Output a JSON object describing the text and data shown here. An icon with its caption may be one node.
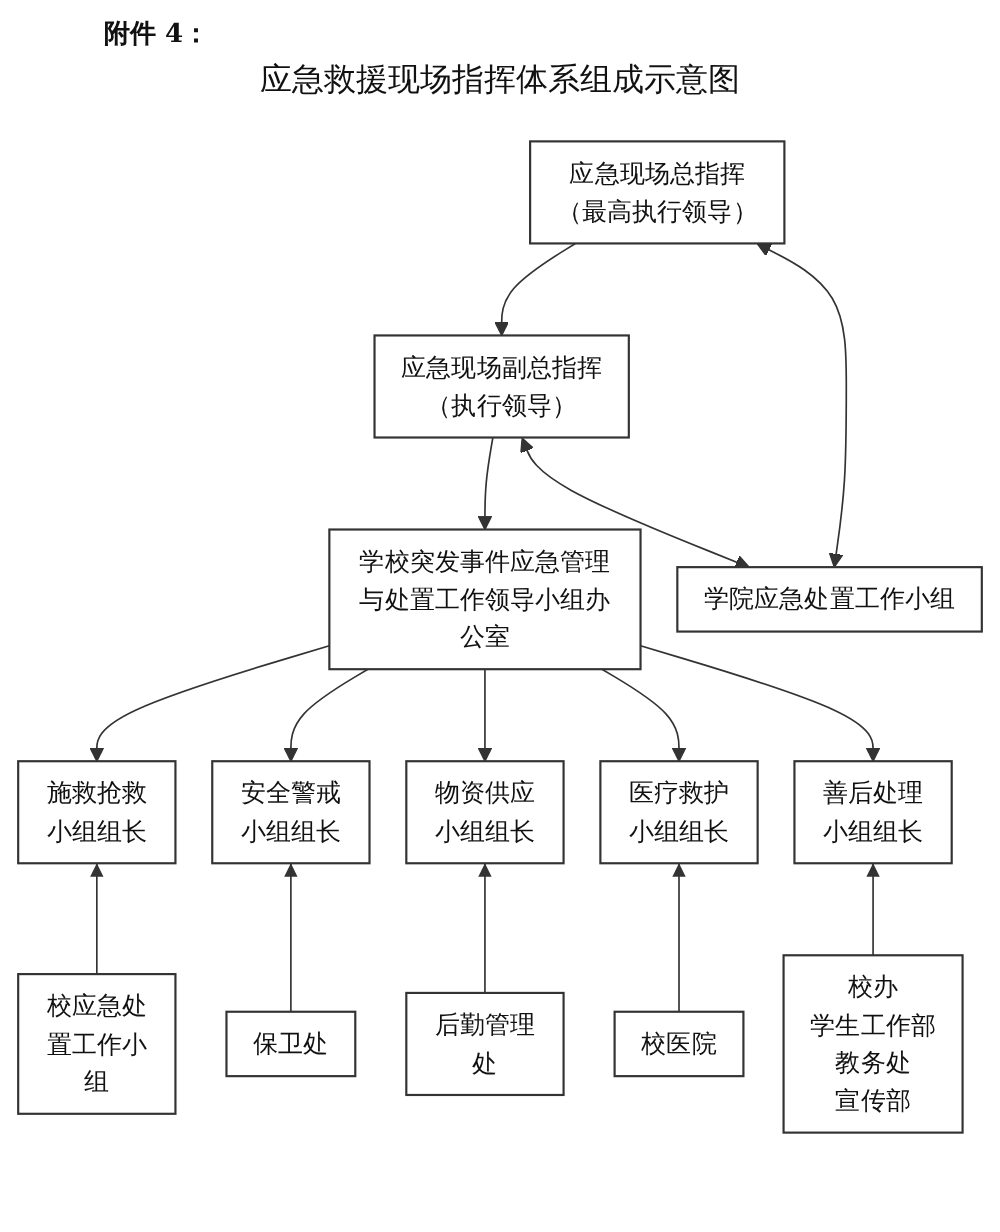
{
  "diagram": {
    "title": "应急救援现场指挥体系组成示意图",
    "nodes": [
      {
        "text": [
          "应急现场总指挥",
          "（最高执行领导）"
        ]
      },
      {
        "text": [
          "应急现场副总指挥",
          "（执行领导）"
        ]
      },
      {
        "text": [
          "学校突发事件应急管理与处置工作领导小组办公室"
        ]
      },
      {
        "text": [
          "学院应急处置工作小组"
        ]
      },
      {
        "text": [
          "施救抢救小组组长"
        ]
      },
      {
        "text": [
          "安全警戒小组组长"
        ]
      },
      {
        "text": [
          "物资供应小组组长"
        ]
      },
      {
        "text": [
          "医疗救护小组组长"
        ]
      },
      {
        "text": [
          "善后处理小组组长"
        ]
      },
      {
        "text": [
          "校应急处置工作小组"
        ]
      },
      {
        "text": [
          "保卫处"
        ]
      },
      {
        "text": [
          "后勤管理处"
        ]
      },
      {
        "text": [
          "校医院"
        ]
      },
      {
        "text": [
          "校办",
          "学生工作部",
          "教务处",
          "宣传部"
        ]
      }
    ],
    "edges": [
      {
        "from": 0,
        "to": 1,
        "arrow": "to"
      },
      {
        "from": 1,
        "to": 2,
        "arrow": "to"
      },
      {
        "from": 1,
        "to": 3,
        "arrow": "both"
      },
      {
        "from": 0,
        "to": 3,
        "arrow": "both"
      },
      {
        "from": 2,
        "to": 4,
        "arrow": "to"
      },
      {
        "from": 2,
        "to": 5,
        "arrow": "to"
      },
      {
        "from": 2,
        "to": 6,
        "arrow": "to"
      },
      {
        "from": 2,
        "to": 7,
        "arrow": "to"
      },
      {
        "from": 2,
        "to": 8,
        "arrow": "to"
      },
      {
        "from": 9,
        "to": 4,
        "arrow": "to"
      },
      {
        "from": 10,
        "to": 5,
        "arrow": "to"
      },
      {
        "from": 11,
        "to": 6,
        "arrow": "to"
      },
      {
        "from": 12,
        "to": 7,
        "arrow": "to"
      },
      {
        "from": 13,
        "to": 8,
        "arrow": "to"
      }
    ],
    "labels": [
      "附件 4："
    ]
  }
}
